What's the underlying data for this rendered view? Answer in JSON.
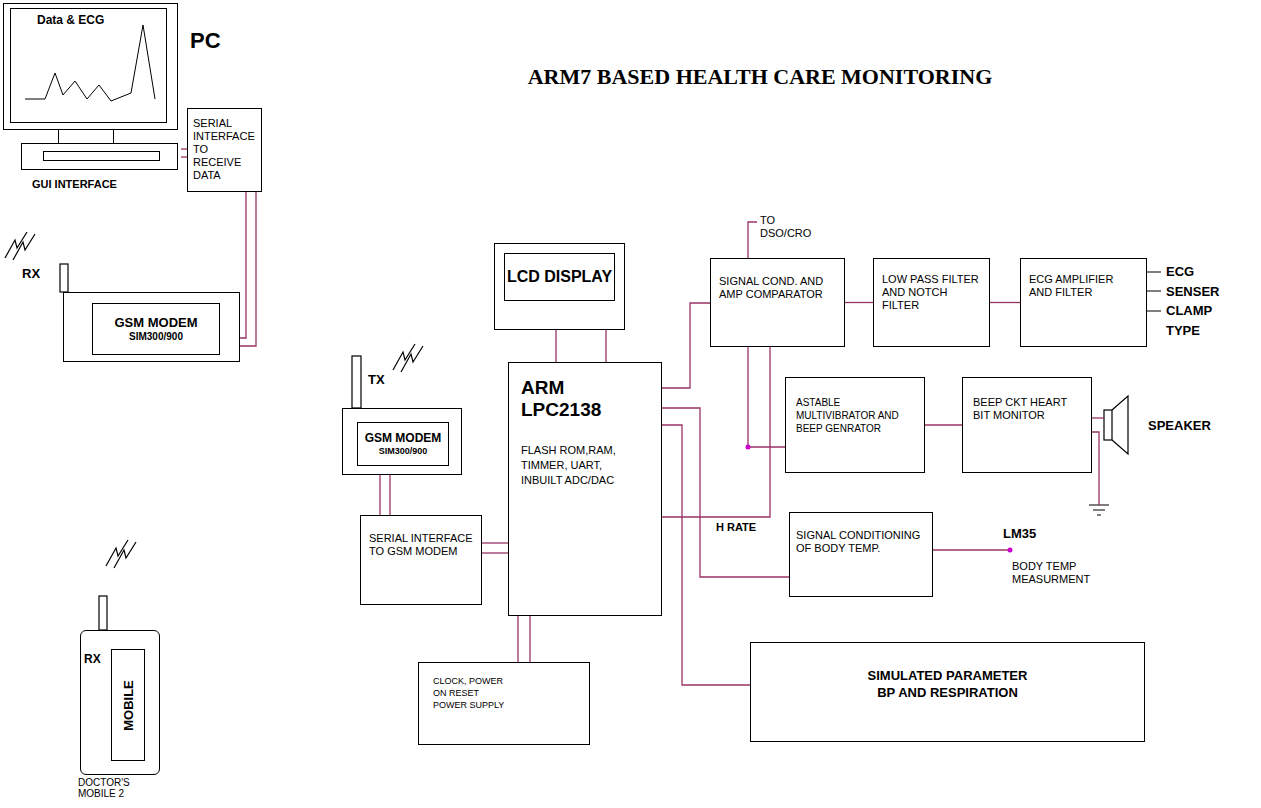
{
  "diagram": {
    "title": "ARM7 BASED HEALTH CARE MONITORING",
    "nodes": [
      {
        "text": [
          "Data & ECG"
        ]
      },
      {
        "text": [
          "SERIAL INTERFACE TO RECEIVE DATA"
        ]
      },
      {
        "text": [
          "GSM MODEM",
          "SIM300/900"
        ]
      },
      {
        "text": [
          "MOBILE"
        ]
      },
      {
        "text": [
          "LCD DISPLAY"
        ]
      },
      {
        "text": [
          "SIGNAL COND. AND AMP COMPARATOR"
        ]
      },
      {
        "text": [
          "LOW PASS FILTER AND NOTCH FILTER"
        ]
      },
      {
        "text": [
          "ECG AMPLIFIER AND FILTER"
        ]
      },
      {
        "text": [
          "GSM MODEM",
          "SIM300/900"
        ]
      },
      {
        "text": [
          "ARM LPC2138",
          "FLASH ROM,RAM, TIMMER, UART, INBUILT ADC/DAC"
        ]
      },
      {
        "text": [
          "ASTABLE MULTIVIBRATOR AND BEEP GENRATOR"
        ]
      },
      {
        "text": [
          "BEEP CKT HEART BIT MONITOR"
        ]
      },
      {
        "text": [
          "SERIAL INTERFACE TO GSM MODEM"
        ]
      },
      {
        "text": [
          "SIGNAL CONDITIONING OF BODY TEMP."
        ]
      },
      {
        "text": [
          "CLOCK, POWER ON RESET POWER SUPPLY"
        ]
      },
      {
        "text": [
          "SIMULATED PARAMETER BP AND RESPIRATION"
        ]
      }
    ],
    "edges": [
      {
        "from": 0,
        "to": 1,
        "arrow": "none"
      },
      {
        "from": 1,
        "to": 2,
        "arrow": "none"
      },
      {
        "from": 4,
        "to": 9,
        "arrow": "none"
      },
      {
        "from": 9,
        "to": 5,
        "arrow": "none"
      },
      {
        "from": 5,
        "to": 6,
        "arrow": "none"
      },
      {
        "from": 6,
        "to": 7,
        "arrow": "none"
      },
      {
        "from": 9,
        "to": 5,
        "arrow": "none"
      },
      {
        "from": 5,
        "to": 10,
        "arrow": "none"
      },
      {
        "from": 10,
        "to": 11,
        "arrow": "none"
      },
      {
        "from": 9,
        "to": 13,
        "arrow": "none"
      },
      {
        "from": 9,
        "to": 15,
        "arrow": "none"
      },
      {
        "from": 8,
        "to": 12,
        "arrow": "none"
      },
      {
        "from": 12,
        "to": 9,
        "arrow": "none"
      },
      {
        "from": 9,
        "to": 14,
        "arrow": "none"
      }
    ],
    "labels": [
      "PC",
      "GUI INTERFACE",
      "RX",
      "TX",
      "RX",
      "DOCTOR'S MOBILE 2",
      "TO DSO/CRO",
      "ECG SENSER CLAMP TYPE",
      "H RATE",
      "SPEAKER",
      "LM35",
      "BODY TEMP MEASURMENT"
    ]
  }
}
